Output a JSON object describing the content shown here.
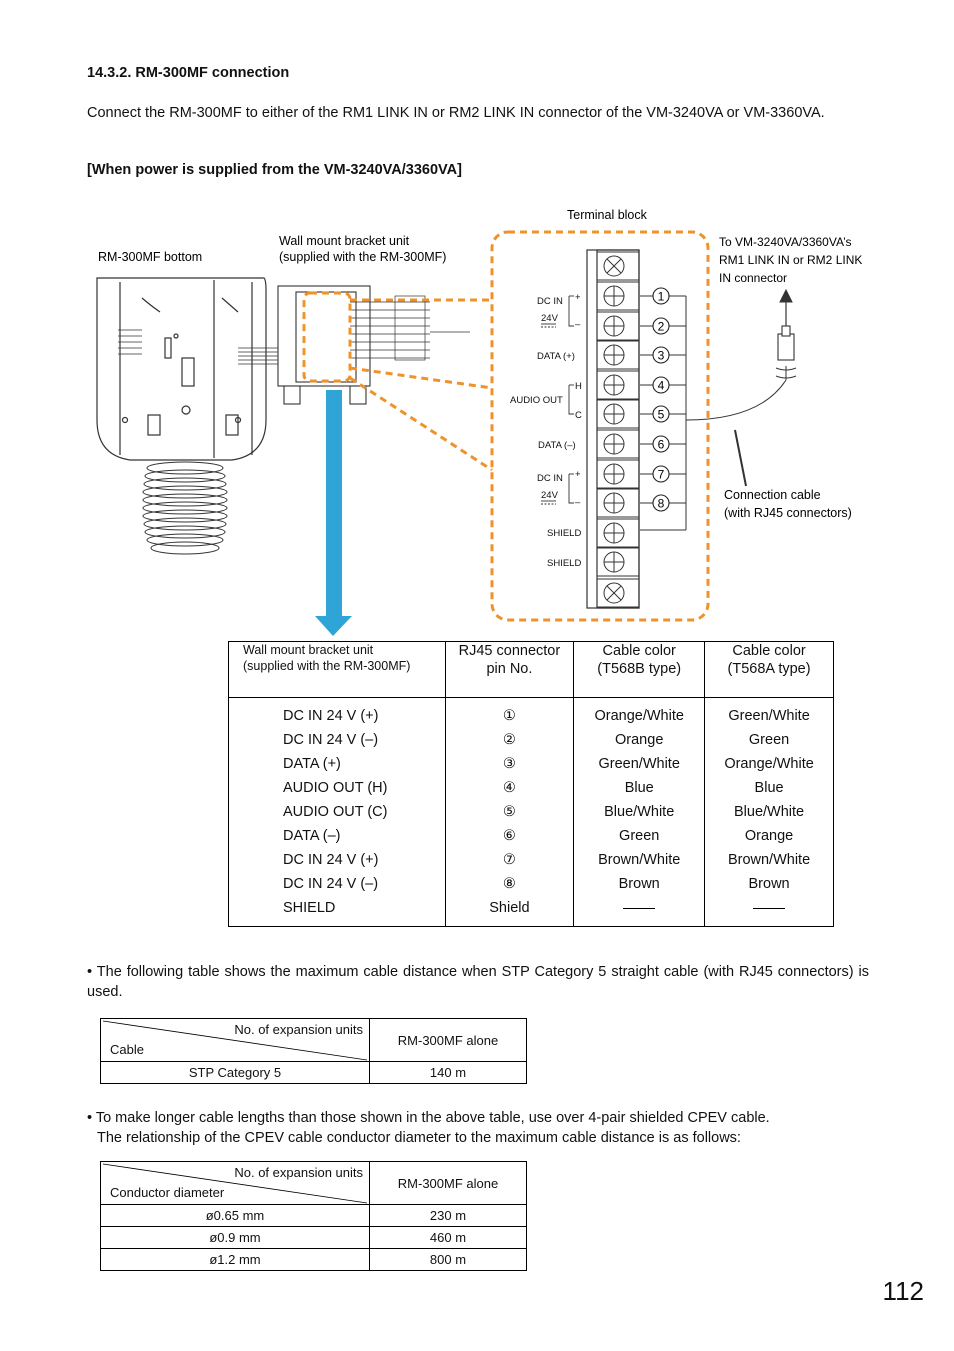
{
  "section": {
    "title": "14.3.2. RM-300MF connection",
    "intro": "Connect the RM-300MF to either of the RM1 LINK IN or RM2 LINK IN connector of the VM-3240VA or VM-3360VA.",
    "subhead": "[When power is supplied from the VM-3240VA/3360VA]"
  },
  "diagram": {
    "terminal_block_label": "Terminal block",
    "rm_bottom_label": "RM-300MF bottom",
    "bracket_label_1": "Wall mount bracket unit",
    "bracket_label_2": "(supplied with the RM-300MF)",
    "to_vm_1": "To VM-3240VA/3360VA’s",
    "to_vm_2": "RM1 LINK IN or RM2 LINK",
    "to_vm_3": "IN connector",
    "conn_cable_1": "Connection cable",
    "conn_cable_2": "(with RJ45 connectors)",
    "terminal_labels": {
      "dc_in": "DC IN",
      "v24": "24V",
      "data_plus": "DATA (+)",
      "audio_out": "AUDIO OUT",
      "h": "H",
      "c": "C",
      "data_minus": "DATA (–)",
      "shield": "SHIELD",
      "plus": "+",
      "minus": "–"
    },
    "pin_numbers": [
      "1",
      "2",
      "3",
      "4",
      "5",
      "6",
      "7",
      "8"
    ]
  },
  "mapping_table": {
    "headers": [
      "Wall mount bracket unit\n(supplied with the RM-300MF)",
      "RJ45 connector\npin No.",
      "Cable color\n(T568B type)",
      "Cable color\n(T568A type)"
    ],
    "terminals": [
      "DC IN 24 V (+)",
      "DC IN 24 V (–)",
      "DATA (+)",
      "AUDIO OUT (H)",
      "AUDIO OUT (C)",
      "DATA (–)",
      "DC IN 24 V (+)",
      "DC IN 24 V (–)",
      "SHIELD"
    ],
    "pins": [
      "①",
      "②",
      "③",
      "④",
      "⑤",
      "⑥",
      "⑦",
      "⑧",
      "Shield"
    ],
    "t568b": [
      "Orange/White",
      "Orange",
      "Green/White",
      "Blue",
      "Blue/White",
      "Green",
      "Brown/White",
      "Brown",
      ""
    ],
    "t568a": [
      "Green/White",
      "Green",
      "Orange/White",
      "Blue",
      "Blue/White",
      "Orange",
      "Brown/White",
      "Brown",
      ""
    ]
  },
  "bullet1": "• The following table shows the maximum cable distance when STP Category 5 straight cable (with RJ45 connectors) is used.",
  "table1": {
    "diag_top": "No. of expansion units",
    "diag_bottom": "Cable",
    "col_header": "RM-300MF alone",
    "rows": [
      {
        "label": "STP Category 5",
        "value": "140 m"
      }
    ]
  },
  "bullet2_line1": "• To make longer cable lengths than those shown in the above table, use over 4-pair shielded CPEV cable.",
  "bullet2_line2": "The relationship of the CPEV cable conductor diameter to the maximum cable distance is as follows:",
  "table2": {
    "diag_top": "No. of expansion units",
    "diag_bottom": "Conductor diameter",
    "col_header": "RM-300MF alone",
    "rows": [
      {
        "label": "ø0.65 mm",
        "value": "230 m"
      },
      {
        "label": "ø0.9 mm",
        "value": "460 m"
      },
      {
        "label": "ø1.2 mm",
        "value": "800 m"
      }
    ]
  },
  "page_number": "112",
  "colors": {
    "highlight": "#f0922b",
    "arrow": "#2fa4d6",
    "text": "#111111"
  }
}
